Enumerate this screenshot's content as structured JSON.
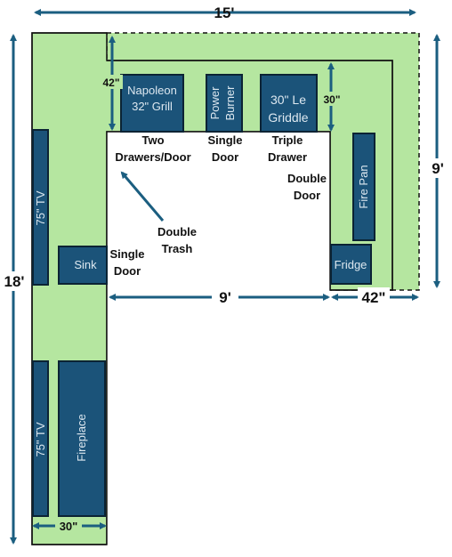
{
  "colors": {
    "green": "#b5e6a0",
    "appliance": "#1b5379",
    "appliance_border": "#0b2334",
    "arrow": "#1b5e80",
    "line": "#111111"
  },
  "dimensions": {
    "top_width": "15'",
    "left_height": "18'",
    "right_height": "9'",
    "depth_top": "42\"",
    "depth_right_top": "30\"",
    "inner_width": "9'",
    "right_depth": "42\"",
    "left_depth": "30\""
  },
  "appliances": {
    "grill_line1": "Napoleon",
    "grill_line2": "32\" Grill",
    "burner_line1": "Power",
    "burner_line2": "Burner",
    "griddle_line1": "30\" Le",
    "griddle_line2": "Griddle",
    "fire_pan": "Fire Pan",
    "fridge": "Fridge",
    "sink": "Sink",
    "tv_upper": "75\" TV",
    "tv_lower": "75\" TV",
    "fireplace": "Fireplace"
  },
  "cabinets": {
    "two_drawers_1": "Two",
    "two_drawers_2": "Drawers/Door",
    "single_door_top_1": "Single",
    "single_door_top_2": "Door",
    "triple_drawer_1": "Triple",
    "triple_drawer_2": "Drawer",
    "double_door_1": "Double",
    "double_door_2": "Door",
    "double_trash_1": "Double",
    "double_trash_2": "Trash",
    "single_door_left_1": "Single",
    "single_door_left_2": "Door"
  }
}
